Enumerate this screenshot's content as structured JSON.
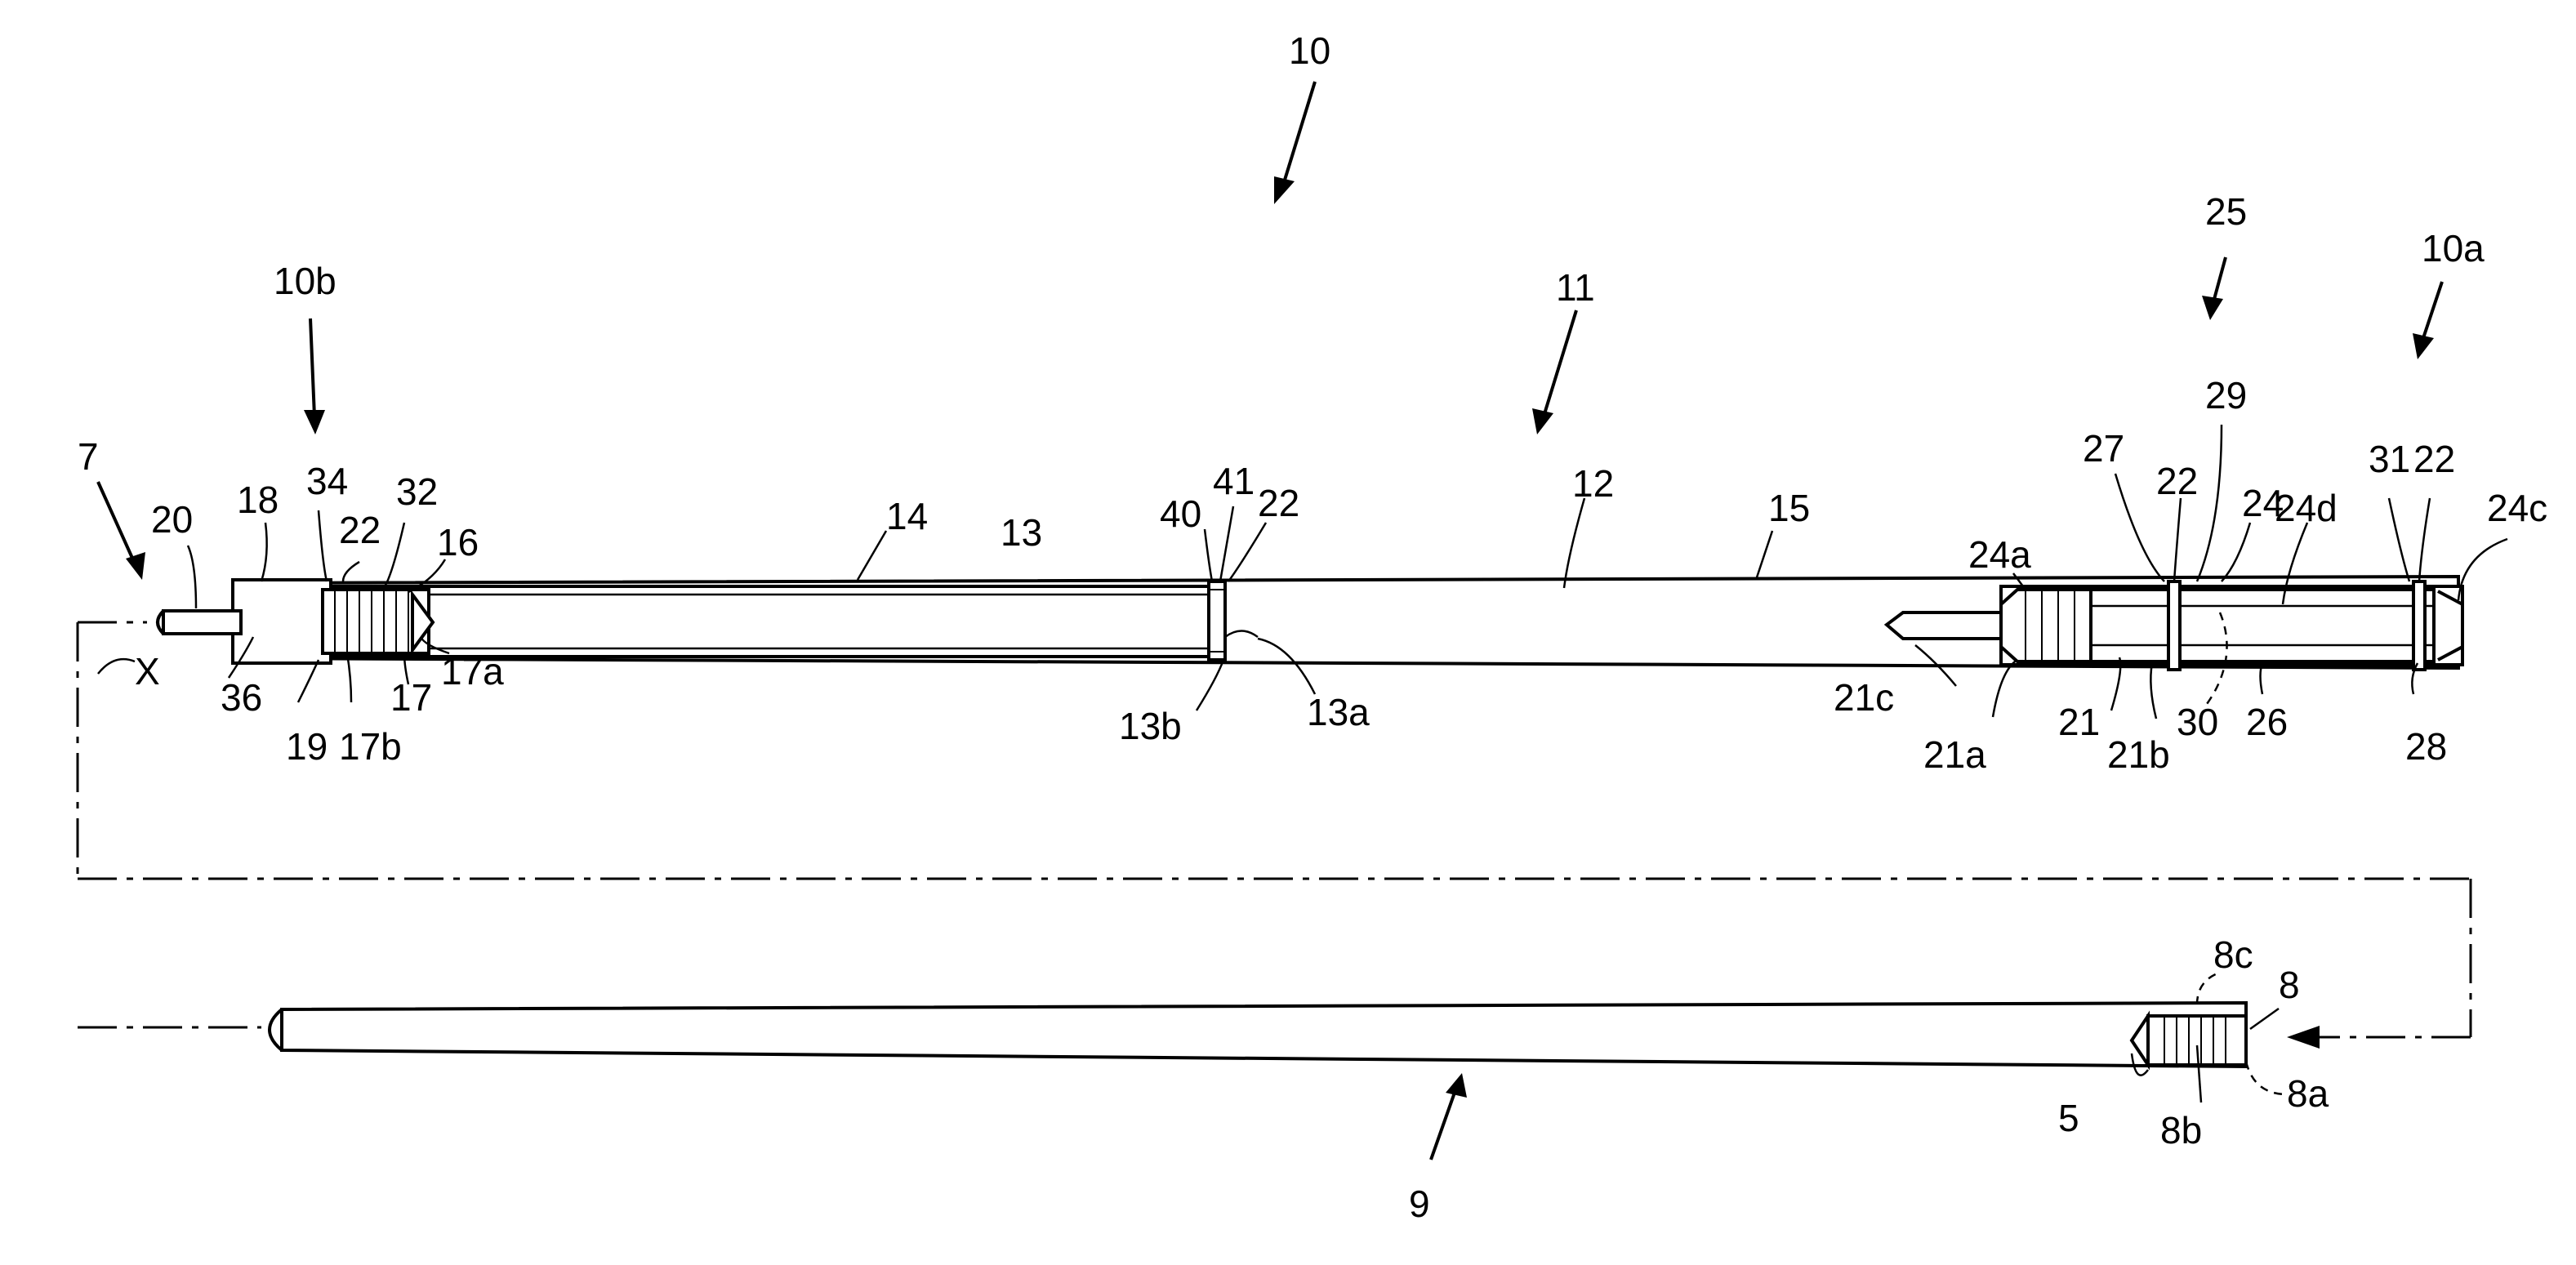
{
  "figure": {
    "labels": {
      "l10": "10",
      "l10a": "10a",
      "l10b": "10b",
      "l11": "11",
      "l25": "25",
      "l7": "7",
      "lX": "X",
      "l9": "9",
      "l5": "5",
      "l8": "8",
      "l8a": "8a",
      "l8b": "8b",
      "l8c": "8c",
      "l12": "12",
      "l13": "13",
      "l13a": "13a",
      "l13b": "13b",
      "l14": "14",
      "l15": "15",
      "l16": "16",
      "l17": "17",
      "l17a": "17a",
      "l17b": "17b",
      "l18": "18",
      "l19": "19",
      "l20": "20",
      "l21": "21",
      "l21a": "21a",
      "l21b": "21b",
      "l21c": "21c",
      "l22a": "22",
      "l22b": "22",
      "l22c": "22",
      "l22d": "22",
      "l24": "24",
      "l24a": "24a",
      "l24c": "24c",
      "l24d": "24d",
      "l26": "26",
      "l27": "27",
      "l28": "28",
      "l29": "29",
      "l30": "30",
      "l31": "31",
      "l32": "32",
      "l34": "34",
      "l36": "36",
      "l40": "40",
      "l41": "41"
    }
  }
}
